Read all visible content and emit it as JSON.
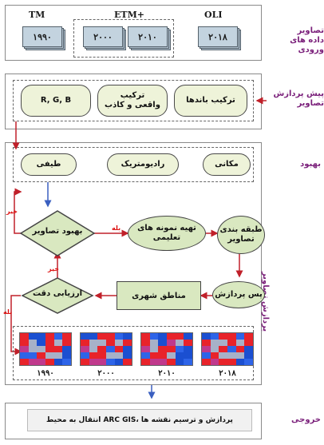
{
  "inputs": {
    "title": "تصاویر\nداده های ورودی",
    "sensors": {
      "tm": "TM",
      "etm": "ETM+",
      "oli": "OLI"
    },
    "years": [
      "۱۹۹۰",
      "۲۰۰۰",
      "۲۰۱۰",
      "۲۰۱۸"
    ]
  },
  "preprocess": {
    "title": "پیش پردازش\nتصاویر",
    "boxes": [
      "R, G, B",
      "ترکیب\nواقعی و کاذب",
      "ترکیب باندها"
    ]
  },
  "enhance": {
    "title": "بهبود",
    "boxes": [
      "طیفی",
      "رادیومتریک",
      "مکانی"
    ]
  },
  "processing": {
    "title": "پردازش تصاویر",
    "improve": "بهبود تصاویر",
    "samples": "تهیه نمونه های\nتعلیمی",
    "classify": "طبقه بندی\nتصاویر",
    "accuracy": "ارزیابی دقت",
    "urban": "مناطق شهری",
    "postprocess": "پس پردازش",
    "no1": "خیر",
    "no2": "خیر",
    "yes1": "بله",
    "yes2": "بله"
  },
  "outputs": {
    "years": [
      "۱۹۹۰",
      "۲۰۰۰",
      "۲۰۱۰",
      "۲۰۱۸"
    ],
    "title": "خروجی",
    "text": "انتقال به محیط ARC GIS،  پردازش و ترسیم نقشه ها"
  },
  "colors": {
    "accent_purple": "#7a1f7a",
    "arrow": "#c0202a",
    "arrow_blue": "#3a5fc0",
    "pill_fill": "#eef3d9",
    "node_fill": "#d9e8c0",
    "map_palette": [
      "#e8232a",
      "#1b4fd1",
      "#a7b1c8",
      "#c0398c",
      "#2e64e8",
      "#f3f3f3"
    ]
  }
}
